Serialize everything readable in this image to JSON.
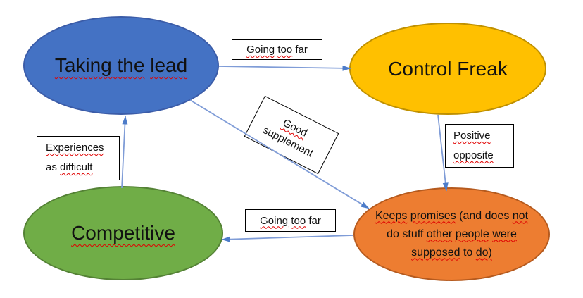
{
  "diagram": {
    "type": "concept-map",
    "background": "#FFFFFF",
    "connector_color": "#7F9CD7",
    "arrowhead_color": "#4D7CC9",
    "squiggle_color": "#E00000",
    "label_box_bg": "#FFFFFF",
    "label_box_border": "#000000",
    "nodes": {
      "taking_the_lead": {
        "fill": "#4472C4",
        "border": "#3B5CA8",
        "text_parts": [
          "Taking the",
          "lead"
        ],
        "misspell_marked": true
      },
      "control_freak": {
        "fill": "#FFC000",
        "border": "#BF9000",
        "label": "Control Freak",
        "misspell_marked": false
      },
      "competitive": {
        "fill": "#70AD47",
        "border": "#548235",
        "label": "Competitive",
        "misspell_marked": true
      },
      "keeps_promises": {
        "fill": "#ED7D31",
        "border": "#B55A1E",
        "full_label": "Keeps promises (and does not do stuff other people were supposed to do)",
        "line1": [
          {
            "t": "Keeps",
            "sq": true
          },
          {
            "t": "promises",
            "sq": true
          },
          {
            "t": "(and does",
            "sq": false
          },
          {
            "t": "not",
            "sq": true
          }
        ],
        "line2": [
          {
            "t": "do stuff",
            "sq": false
          },
          {
            "t": "other",
            "sq": true
          },
          {
            "t": "people",
            "sq": true
          },
          {
            "t": "were",
            "sq": true
          }
        ],
        "line3": [
          {
            "t": "supposed",
            "sq": true
          },
          {
            "t": "to",
            "sq": false
          },
          {
            "t": "do)",
            "sq": true
          }
        ]
      }
    },
    "edge_labels": {
      "going_too_far_top": {
        "parts": [
          {
            "t": "Going",
            "sq": true
          },
          {
            "t": "too",
            "sq": true
          },
          {
            "t": "far",
            "sq": false
          }
        ]
      },
      "good_supplement": {
        "line1": "Good",
        "line2": "supplement",
        "rotated": true
      },
      "positive_opposite": {
        "line1": "Positive",
        "line2": "opposite"
      },
      "experiences_as_difficult": {
        "line1": "Experiences",
        "line2_parts": [
          {
            "t": "as",
            "sq": false
          },
          {
            "t": "difficult",
            "sq": true
          }
        ]
      },
      "going_too_far_bottom": {
        "parts": [
          {
            "t": "Going",
            "sq": true
          },
          {
            "t": "too",
            "sq": true
          },
          {
            "t": "far",
            "sq": false
          }
        ]
      }
    },
    "edges": [
      {
        "from": "Taking the lead",
        "to": "Control Freak",
        "label": "Going too far"
      },
      {
        "from": "Taking the lead",
        "to": "Keeps promises",
        "label": "Good supplement"
      },
      {
        "from": "Control Freak",
        "to": "Keeps promises",
        "label": "Positive opposite"
      },
      {
        "from": "Keeps promises",
        "to": "Competitive",
        "label": "Going too far"
      },
      {
        "from": "Competitive",
        "to": "Taking the lead",
        "label": "Experiences as difficult"
      }
    ]
  }
}
